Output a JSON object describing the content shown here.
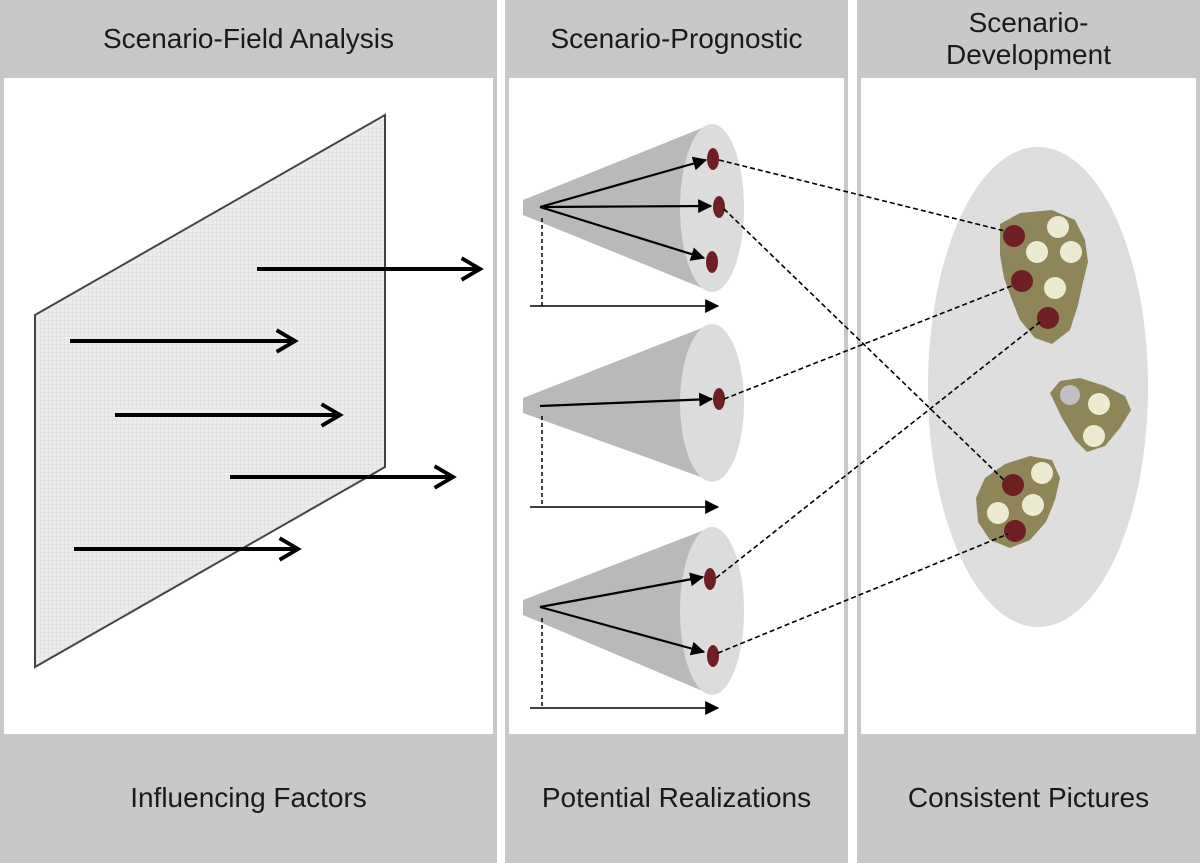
{
  "panels": [
    {
      "title": "Scenario-Field Analysis",
      "caption": "Influencing Factors"
    },
    {
      "title": "Scenario-­Prognostic",
      "caption": "Potential Realizations"
    },
    {
      "title": "Scenario-\nDevelopment",
      "caption": "Consistent Pictures"
    }
  ],
  "colors": {
    "panel_gray": "#c8c8c9",
    "plane_fill": "#ececec",
    "cone_dark": "#b9b9ba",
    "cone_light": "#dcdcdc",
    "realization_dot": "#6e1f24",
    "cluster_fill": "#8e8558",
    "cluster_dot_light": "#ecebd2",
    "ellipse_fill": "#dedede"
  }
}
